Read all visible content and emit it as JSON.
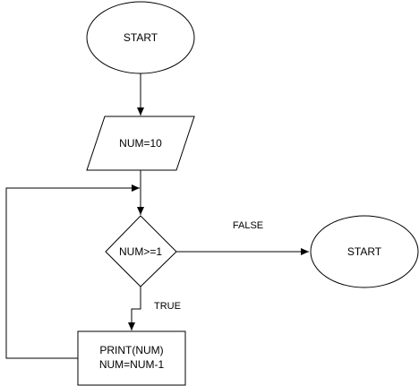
{
  "nodes": {
    "start": {
      "label": "START"
    },
    "input": {
      "label": "NUM=10"
    },
    "decision": {
      "label": "NUM>=1"
    },
    "process": {
      "line1": "PRINT(NUM)",
      "line2": "NUM=NUM-1"
    },
    "end": {
      "label": "START"
    }
  },
  "edges": {
    "false_label": "FALSE",
    "true_label": "TRUE"
  }
}
